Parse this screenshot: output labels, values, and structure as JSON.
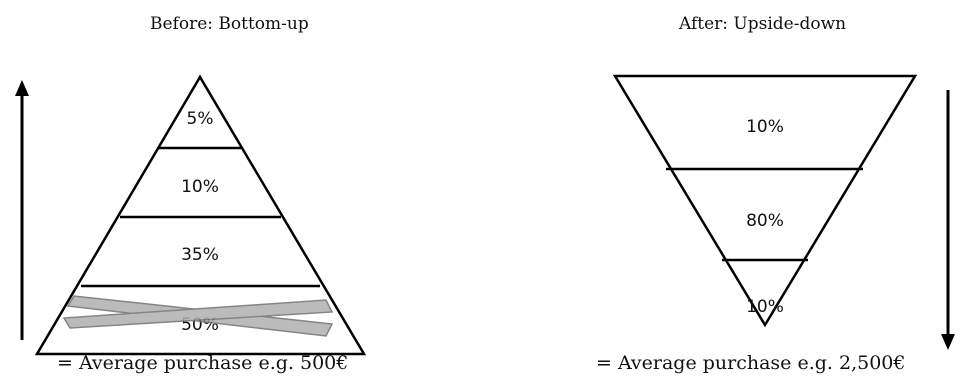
{
  "left_panel": {
    "title": "Before: Bottom-up",
    "segments": [
      {
        "label": "5%"
      },
      {
        "label": "10%"
      },
      {
        "label": "35%"
      },
      {
        "label": "50%",
        "crossed_out": true
      }
    ],
    "caption": "= Average purchase e.g. 500€",
    "arrow_direction": "up"
  },
  "right_panel": {
    "title": "After: Upside-down",
    "segments": [
      {
        "label": "10%"
      },
      {
        "label": "80%"
      },
      {
        "label": "10%"
      }
    ],
    "caption": "= Average purchase e.g. 2,500€",
    "arrow_direction": "down"
  },
  "colors": {
    "line": "#000000",
    "cross_fill": "#b0b0b0",
    "cross_stroke": "#707070"
  }
}
